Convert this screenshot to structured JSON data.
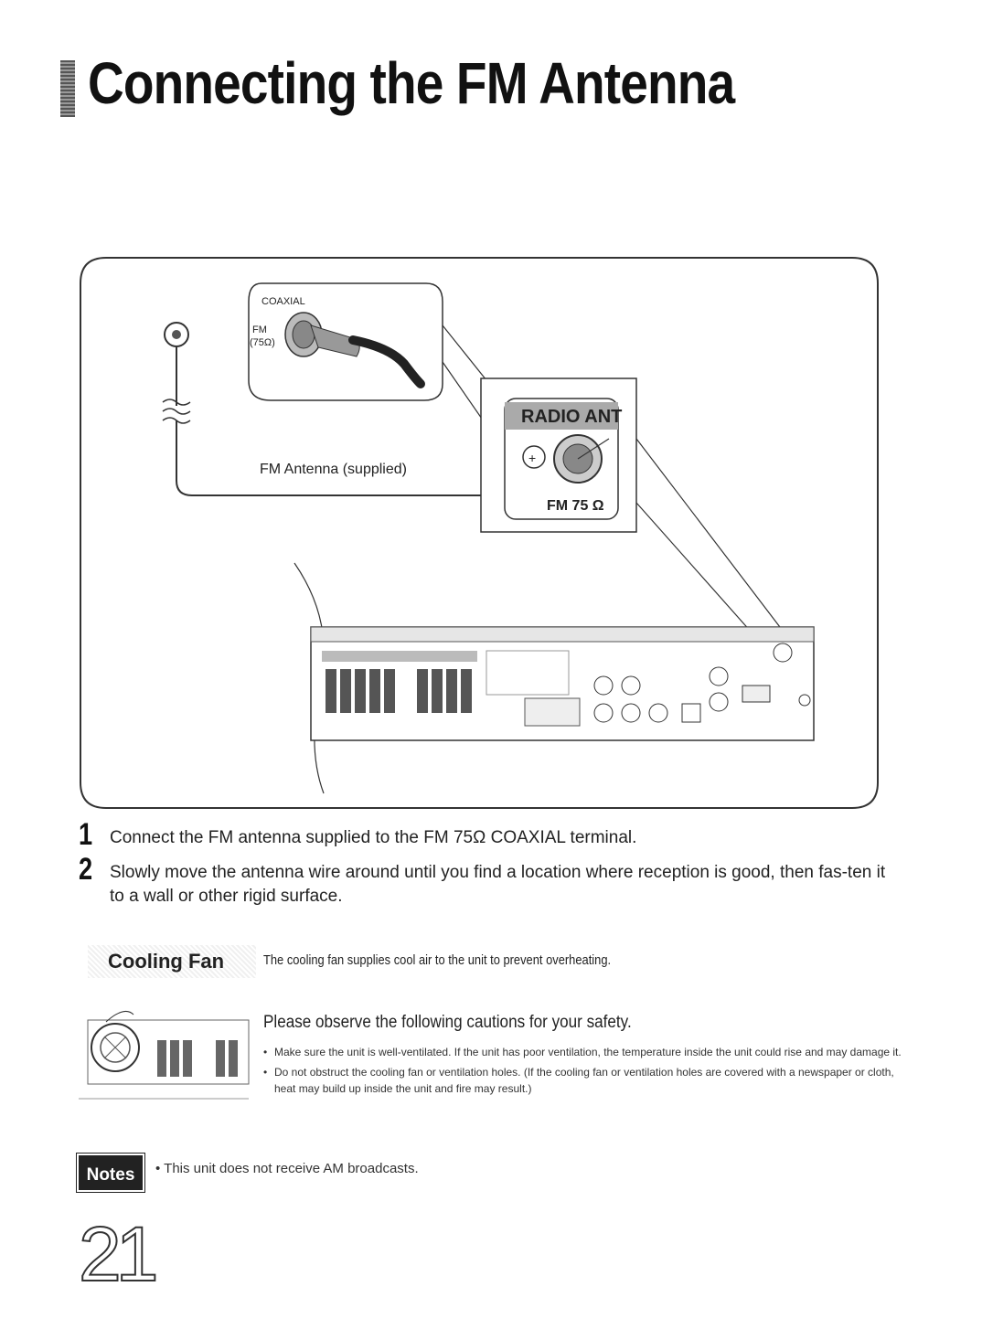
{
  "page": {
    "title": "Connecting the FM Antenna",
    "number": "21"
  },
  "diagram": {
    "coaxial_label": "COAXIAL",
    "fm_label": "FM",
    "ohm_label": "(75Ω)",
    "antenna_label": "FM Antenna (supplied)",
    "radio_ant_label": "RADIO ANT",
    "fm75_label": "FM 75 Ω"
  },
  "steps": [
    {
      "number": "1",
      "text": "Connect the FM antenna supplied to the FM 75Ω COAXIAL terminal."
    },
    {
      "number": "2",
      "text": "Slowly move the antenna wire around until you find a location where reception is good, then fas-ten it to a wall or other rigid surface."
    }
  ],
  "cooling_fan": {
    "label": "Cooling Fan",
    "description": "The cooling fan supplies cool air to the unit to prevent overheating.",
    "caution_heading": "Please observe the following cautions for your safety.",
    "cautions": [
      "Make sure the unit is well-ventilated. If the unit has poor ventilation, the temperature inside the unit could rise and may damage it.",
      "Do not obstruct the cooling fan or ventilation holes. (If the cooling fan or ventilation holes are covered with a newspaper or cloth, heat may build up inside the unit and fire may result.)"
    ]
  },
  "notes": {
    "label": "Notes",
    "text": "This unit does not receive AM broadcasts."
  }
}
